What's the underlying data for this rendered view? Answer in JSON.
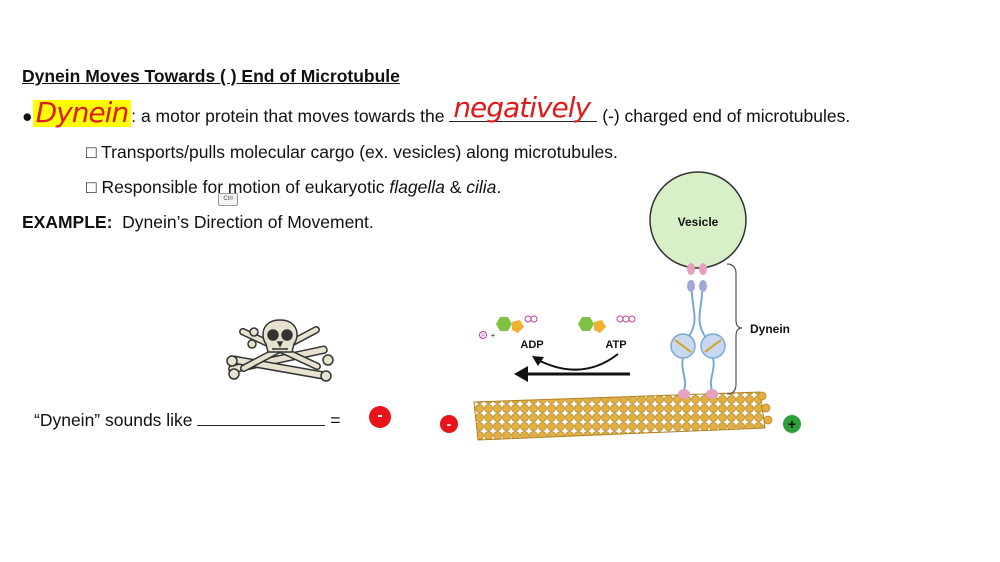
{
  "title": "Dynein Moves Towards (     ) End of Microtubule",
  "bullet": {
    "marker": "●",
    "handwritten_term": "Dynein",
    "text_before_blank": ": a motor protein that moves towards the",
    "handwritten_answer": "negatively",
    "text_after_blank": "(-) charged end of microtubules."
  },
  "sub_items": [
    {
      "marker": "□",
      "text": "Transports/pulls molecular cargo (ex. vesicles) along microtubules."
    },
    {
      "marker": "□",
      "text_before": "Responsible for motion of eukaryotic ",
      "italic1": "flagella",
      "mid": " & ",
      "italic2": "cilia",
      "after": "."
    }
  ],
  "ctrl_badge": "Ctrl",
  "example": {
    "label": "EXAMPLE:",
    "text": "Dynein’s Direction of Movement."
  },
  "sounds_like": {
    "text": "“Dynein” sounds like",
    "equals": "=",
    "symbol": "-"
  },
  "diagram": {
    "vesicle_label": "Vesicle",
    "dynein_label": "Dynein",
    "adp_label": "ADP",
    "atp_label": "ATP",
    "phosphate_label": "P",
    "plus_small": "+",
    "minus_end": "-",
    "plus_end": "+"
  },
  "colors": {
    "highlight": "#ffff00",
    "handwriting": "#e01a1a",
    "minus": "#e8141b",
    "plus": "#2e9e3a",
    "vesicle_fill": "#d8f0c8",
    "microtubule": "#d9a93a"
  }
}
